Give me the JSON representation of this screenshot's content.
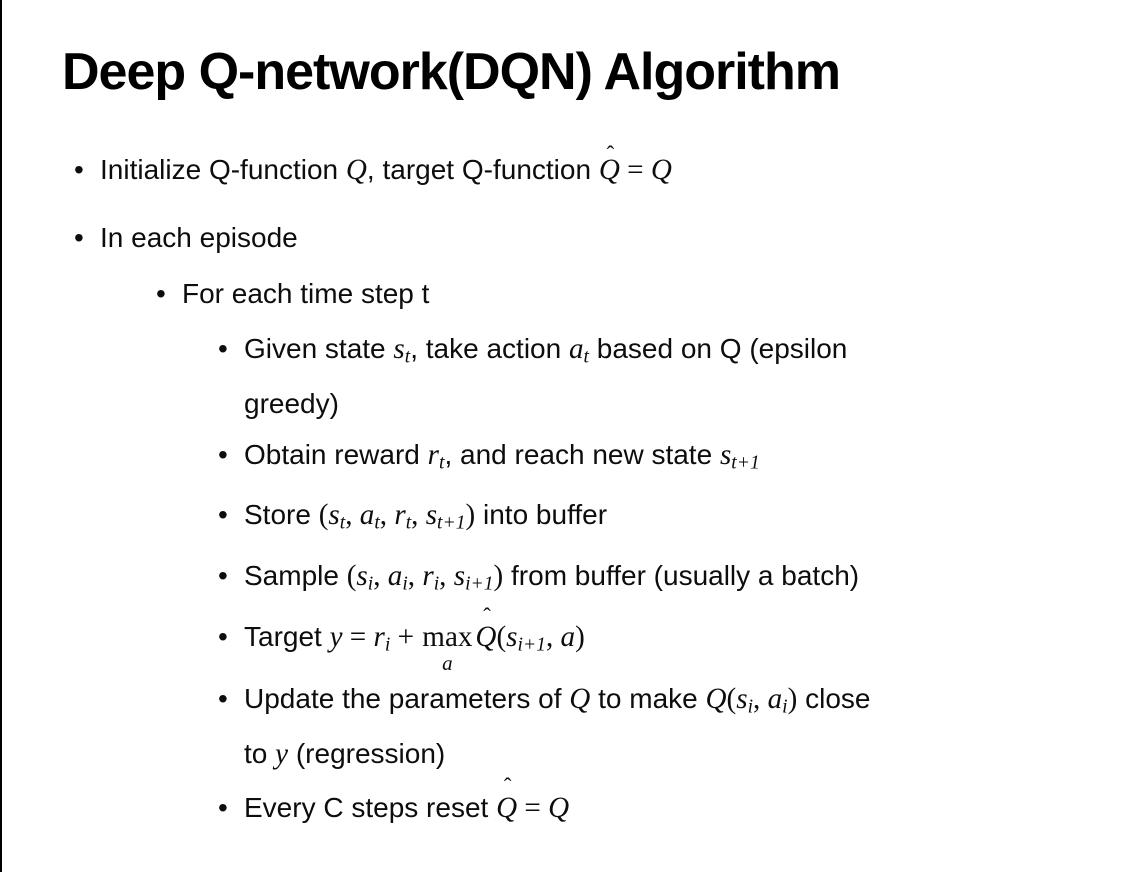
{
  "slide": {
    "title": "Deep Q-network(DQN) Algorithm",
    "bullets": [
      {
        "level": 1,
        "runs": [
          {
            "t": "Initialize Q-function ",
            "s": "n"
          },
          {
            "t": "Q",
            "s": "i"
          },
          {
            "t": ", target Q-function ",
            "s": "n"
          },
          {
            "t": "Q",
            "s": "ih"
          },
          {
            "t": " = ",
            "s": "m"
          },
          {
            "t": "Q",
            "s": "i"
          }
        ]
      },
      {
        "level": 1,
        "runs": [
          {
            "t": "In each episode",
            "s": "n"
          }
        ]
      },
      {
        "level": 2,
        "runs": [
          {
            "t": "For each time step t",
            "s": "n"
          }
        ]
      },
      {
        "level": 3,
        "runs": [
          {
            "t": "Given state ",
            "s": "n"
          },
          {
            "t": "s",
            "s": "i"
          },
          {
            "t": "t",
            "s": "is"
          },
          {
            "t": ", take action ",
            "s": "n"
          },
          {
            "t": "a",
            "s": "i"
          },
          {
            "t": "t",
            "s": "is"
          },
          {
            "t": " based on Q (epsilon",
            "s": "n"
          },
          {
            "s": "br"
          },
          {
            "t": "greedy)",
            "s": "n"
          }
        ]
      },
      {
        "level": 3,
        "runs": [
          {
            "t": "Obtain reward ",
            "s": "n"
          },
          {
            "t": "r",
            "s": "i"
          },
          {
            "t": "t",
            "s": "is"
          },
          {
            "t": ", and reach new state ",
            "s": "n"
          },
          {
            "t": "s",
            "s": "i"
          },
          {
            "t": "t+1",
            "s": "is"
          }
        ]
      },
      {
        "level": 3,
        "runs": [
          {
            "t": "Store ",
            "s": "n"
          },
          {
            "t": "(",
            "s": "m"
          },
          {
            "t": "s",
            "s": "i"
          },
          {
            "t": "t",
            "s": "is"
          },
          {
            "t": ", ",
            "s": "m"
          },
          {
            "t": "a",
            "s": "i"
          },
          {
            "t": "t",
            "s": "is"
          },
          {
            "t": ", ",
            "s": "m"
          },
          {
            "t": "r",
            "s": "i"
          },
          {
            "t": "t",
            "s": "is"
          },
          {
            "t": ", ",
            "s": "m"
          },
          {
            "t": "s",
            "s": "i"
          },
          {
            "t": "t+1",
            "s": "is"
          },
          {
            "t": ")",
            "s": "m"
          },
          {
            "t": " into buffer",
            "s": "n"
          }
        ]
      },
      {
        "level": 3,
        "runs": [
          {
            "t": "Sample ",
            "s": "n"
          },
          {
            "t": "(",
            "s": "m"
          },
          {
            "t": "s",
            "s": "i"
          },
          {
            "t": "i",
            "s": "is"
          },
          {
            "t": ", ",
            "s": "m"
          },
          {
            "t": "a",
            "s": "i"
          },
          {
            "t": "i",
            "s": "is"
          },
          {
            "t": ", ",
            "s": "m"
          },
          {
            "t": "r",
            "s": "i"
          },
          {
            "t": "i",
            "s": "is"
          },
          {
            "t": ", ",
            "s": "m"
          },
          {
            "t": "s",
            "s": "i"
          },
          {
            "t": "i+1",
            "s": "is"
          },
          {
            "t": ")",
            "s": "m"
          },
          {
            "t": " from buffer (usually a batch)",
            "s": "n"
          }
        ]
      },
      {
        "level": 3,
        "runs": [
          {
            "t": "Target ",
            "s": "n"
          },
          {
            "t": "y",
            "s": "i"
          },
          {
            "t": " = ",
            "s": "m"
          },
          {
            "t": "r",
            "s": "i"
          },
          {
            "t": "i",
            "s": "is"
          },
          {
            "t": " + ",
            "s": "m"
          },
          {
            "t": "max",
            "s": "munder",
            "under": "a"
          },
          {
            "t": "Q",
            "s": "ih"
          },
          {
            "t": "(",
            "s": "m"
          },
          {
            "t": "s",
            "s": "i"
          },
          {
            "t": "i+1",
            "s": "is"
          },
          {
            "t": ", ",
            "s": "m"
          },
          {
            "t": "a",
            "s": "i"
          },
          {
            "t": ")",
            "s": "m"
          }
        ]
      },
      {
        "level": 3,
        "runs": [
          {
            "t": "Update the parameters of ",
            "s": "n"
          },
          {
            "t": "Q",
            "s": "i"
          },
          {
            "t": " to make ",
            "s": "n"
          },
          {
            "t": "Q",
            "s": "i"
          },
          {
            "t": "(",
            "s": "m"
          },
          {
            "t": "s",
            "s": "i"
          },
          {
            "t": "i",
            "s": "is"
          },
          {
            "t": ", ",
            "s": "m"
          },
          {
            "t": "a",
            "s": "i"
          },
          {
            "t": "i",
            "s": "is"
          },
          {
            "t": ")",
            "s": "m"
          },
          {
            "t": " close",
            "s": "n"
          },
          {
            "s": "br"
          },
          {
            "t": "to ",
            "s": "n"
          },
          {
            "t": "y",
            "s": "i"
          },
          {
            "t": " (regression)",
            "s": "n"
          }
        ]
      },
      {
        "level": 3,
        "runs": [
          {
            "t": "Every C steps reset ",
            "s": "n"
          },
          {
            "t": "Q",
            "s": "ih"
          },
          {
            "t": " = ",
            "s": "m"
          },
          {
            "t": "Q",
            "s": "i"
          }
        ]
      }
    ]
  },
  "colors": {
    "background": "#ffffff",
    "text": "#0d0d0d",
    "title_text": "#000000",
    "border_left": "#000000"
  }
}
